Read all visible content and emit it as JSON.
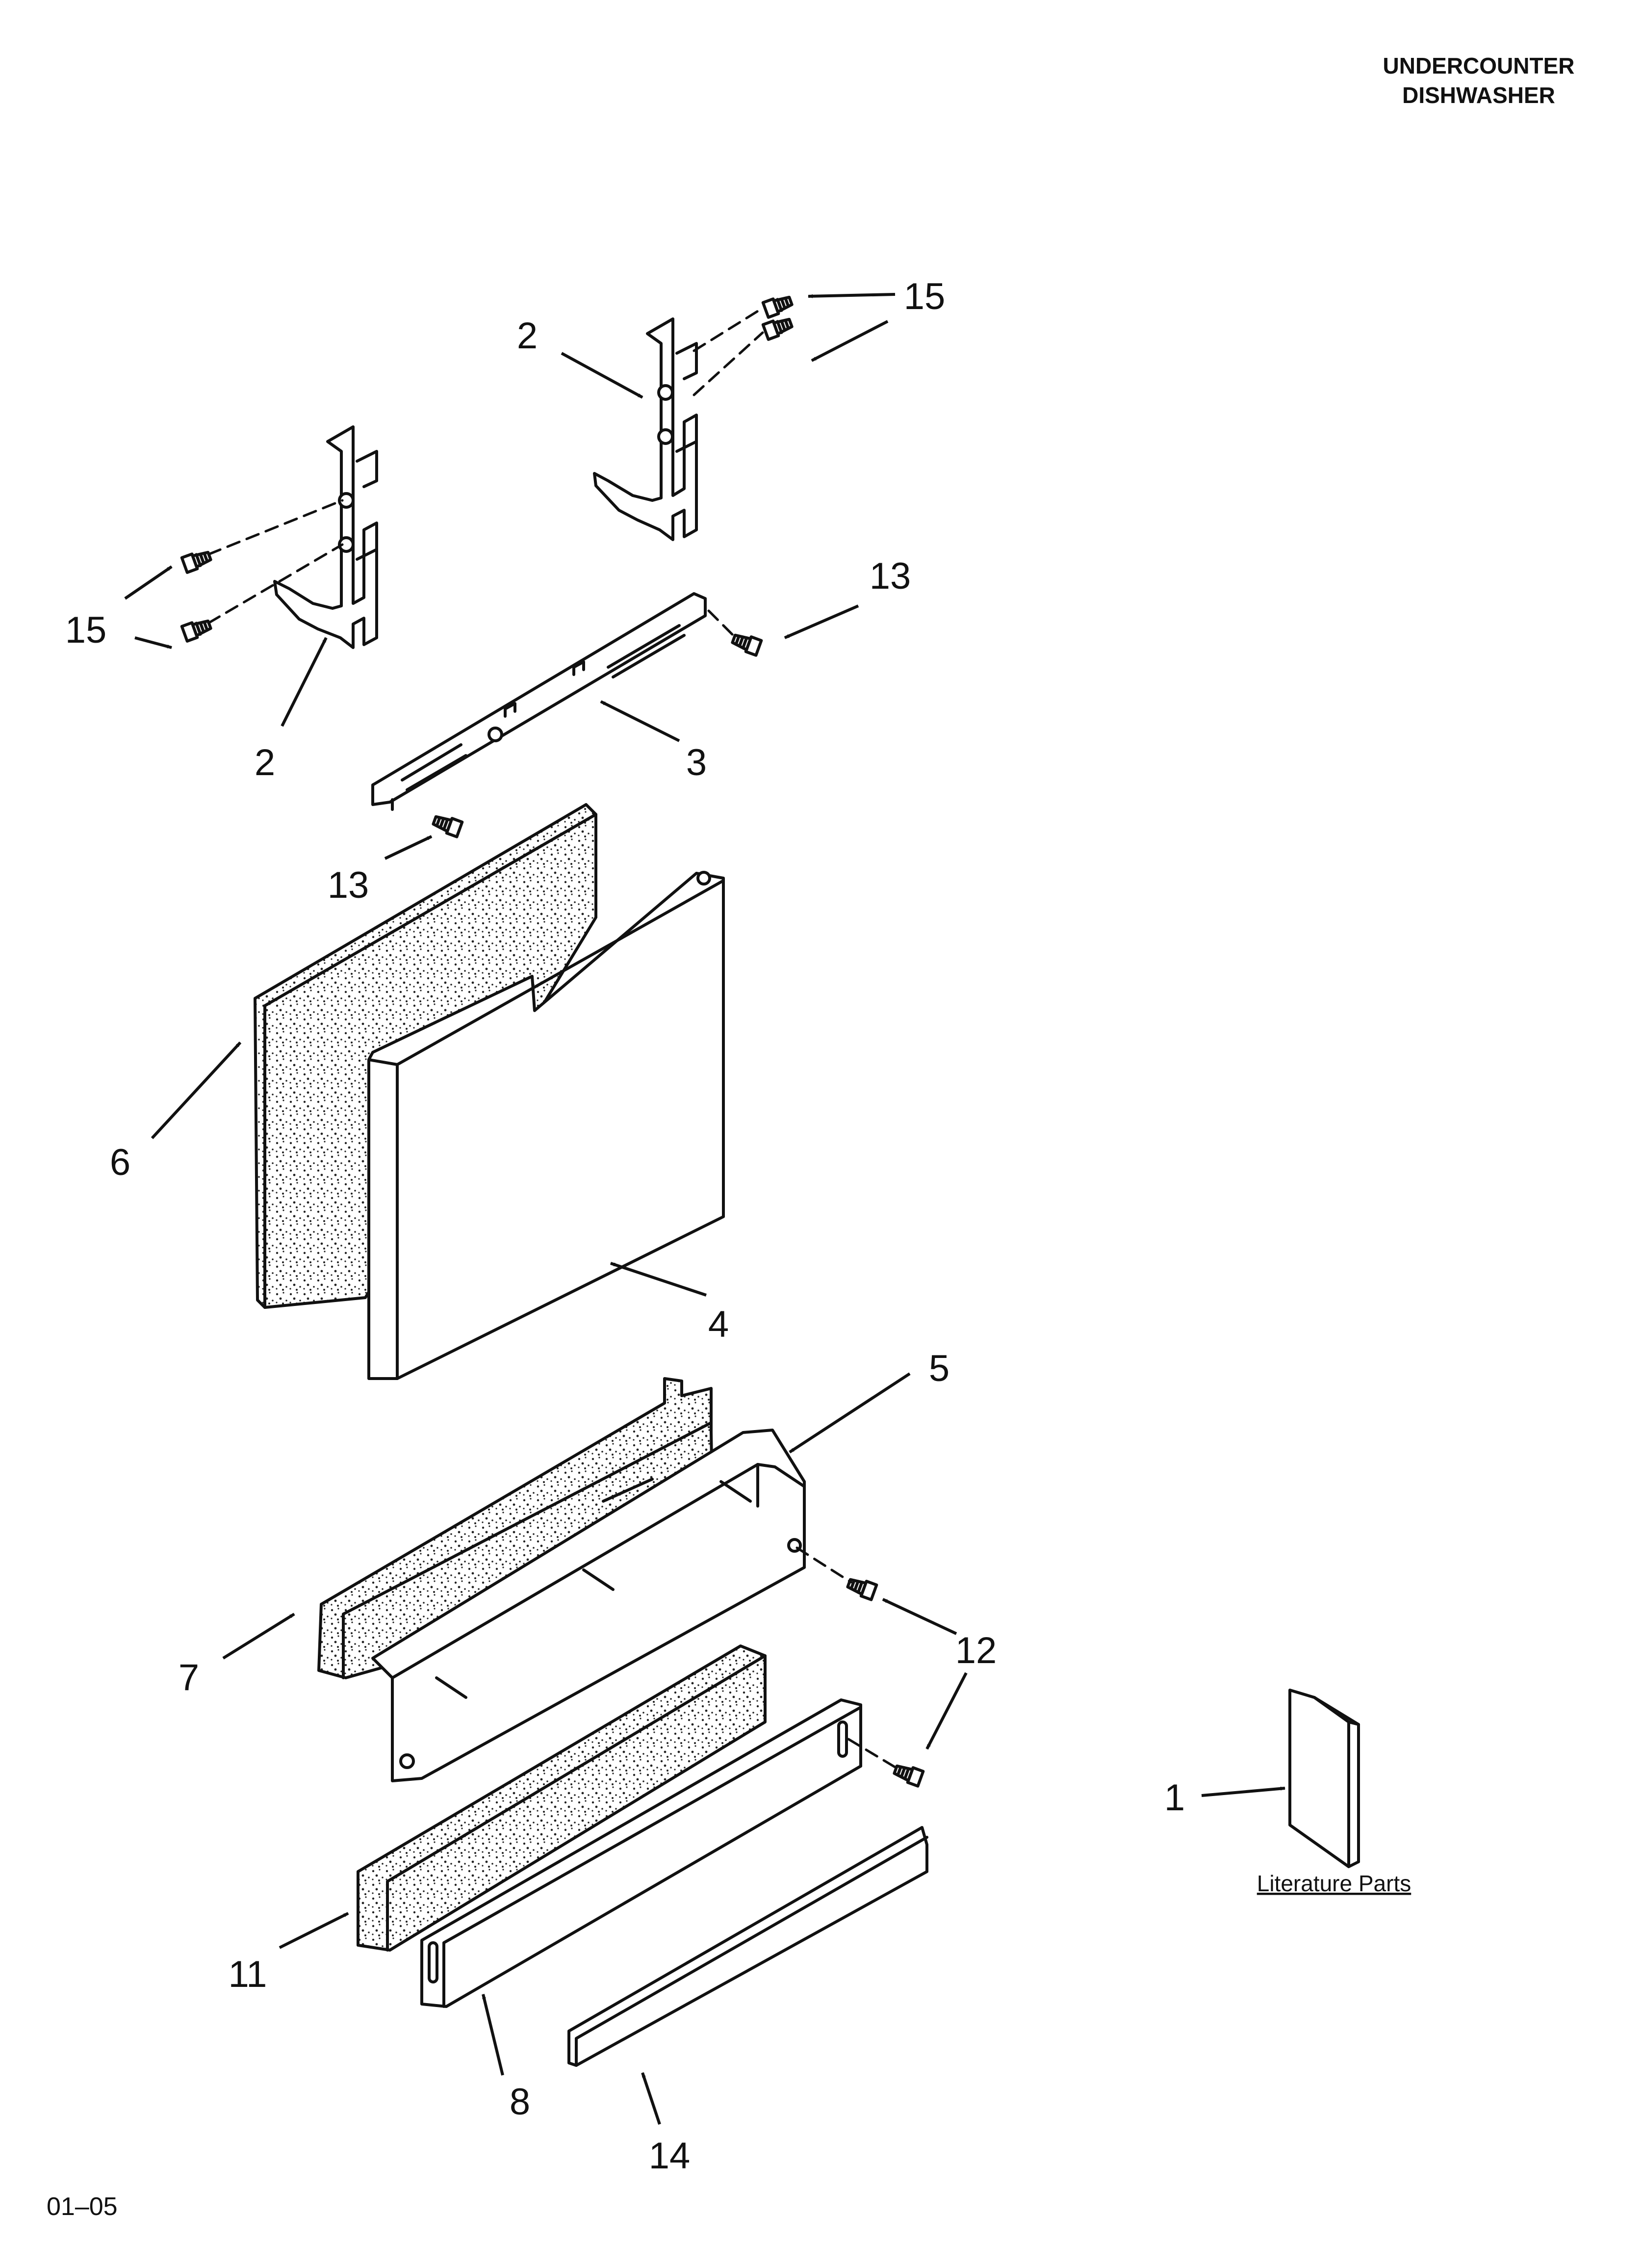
{
  "header": {
    "line1": "UNDERCOUNTER",
    "line2": "DISHWASHER"
  },
  "callouts": {
    "c1": "1",
    "c2a": "2",
    "c2b": "2",
    "c3": "3",
    "c4": "4",
    "c5": "5",
    "c6": "6",
    "c7": "7",
    "c8": "8",
    "c11": "11",
    "c12": "12",
    "c13a": "13",
    "c13b": "13",
    "c14": "14",
    "c15a": "15",
    "c15b": "15"
  },
  "literature_label": "Literature Parts",
  "footer_code": "01–05"
}
